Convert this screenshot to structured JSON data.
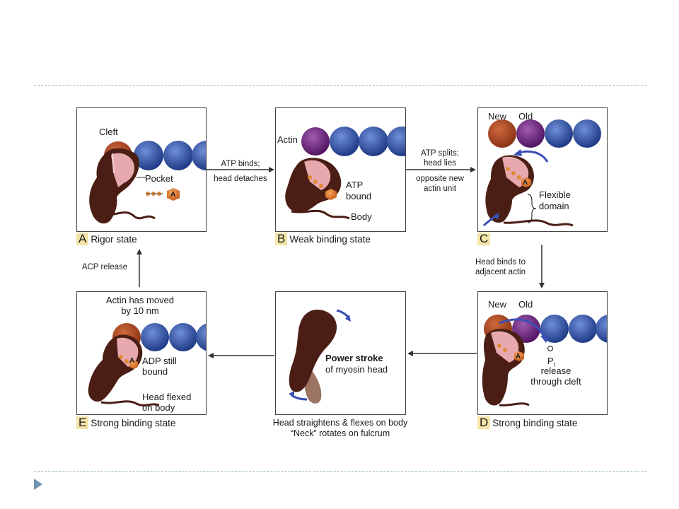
{
  "panels": {
    "A": {
      "letter": "A",
      "caption": "Rigor state",
      "cleft": "Cleft",
      "pocket": "Pocket",
      "a_mark": "A"
    },
    "B": {
      "letter": "B",
      "caption": "Weak binding state",
      "actin": "Actin",
      "atp": "ATP",
      "bound": "bound",
      "body": "Body"
    },
    "C": {
      "letter": "C",
      "caption": "",
      "new": "New",
      "old": "Old",
      "flexible": "Flexible",
      "domain": "domain",
      "a_mark": "A"
    },
    "D": {
      "letter": "D",
      "caption": "Strong binding state",
      "new": "New",
      "old": "Old",
      "pi": "P",
      "pi_sub": "i",
      "release": "release",
      "through": "through cleft",
      "a_mark": "A"
    },
    "power": {
      "power_stroke": "Power stroke",
      "of_myosin": "of myosin head"
    },
    "E": {
      "letter": "E",
      "caption": "Strong binding state",
      "moved1": "Actin has moved",
      "moved2": "by 10 nm",
      "adp1": "ADP still",
      "adp2": "bound",
      "flexed1": "Head flexed",
      "flexed2": "on body",
      "a_mark": "A"
    }
  },
  "steps": {
    "a_to_b_1": "ATP binds;",
    "a_to_b_2": "head detaches",
    "b_to_c_1": "ATP splits;",
    "b_to_c_2": "head lies",
    "b_to_c_3": "opposite new",
    "b_to_c_4": "actin unit",
    "c_to_d_1": "Head binds to",
    "c_to_d_2": "adjacent actin",
    "e_to_a": "ACP release",
    "power_note_1": "Head straightens & flexes on body",
    "power_note_2": "“Neck” rotates on fulcrum"
  },
  "colors": {
    "actin_blue": "#2f4f9c",
    "actin_purple": "#6a1f78",
    "actin_red": "#a8431f",
    "myosin": "#4a1e14",
    "pocket": "#e7a9ae",
    "accent": "#f3e4a8",
    "arrow": "#3b4fb5"
  }
}
